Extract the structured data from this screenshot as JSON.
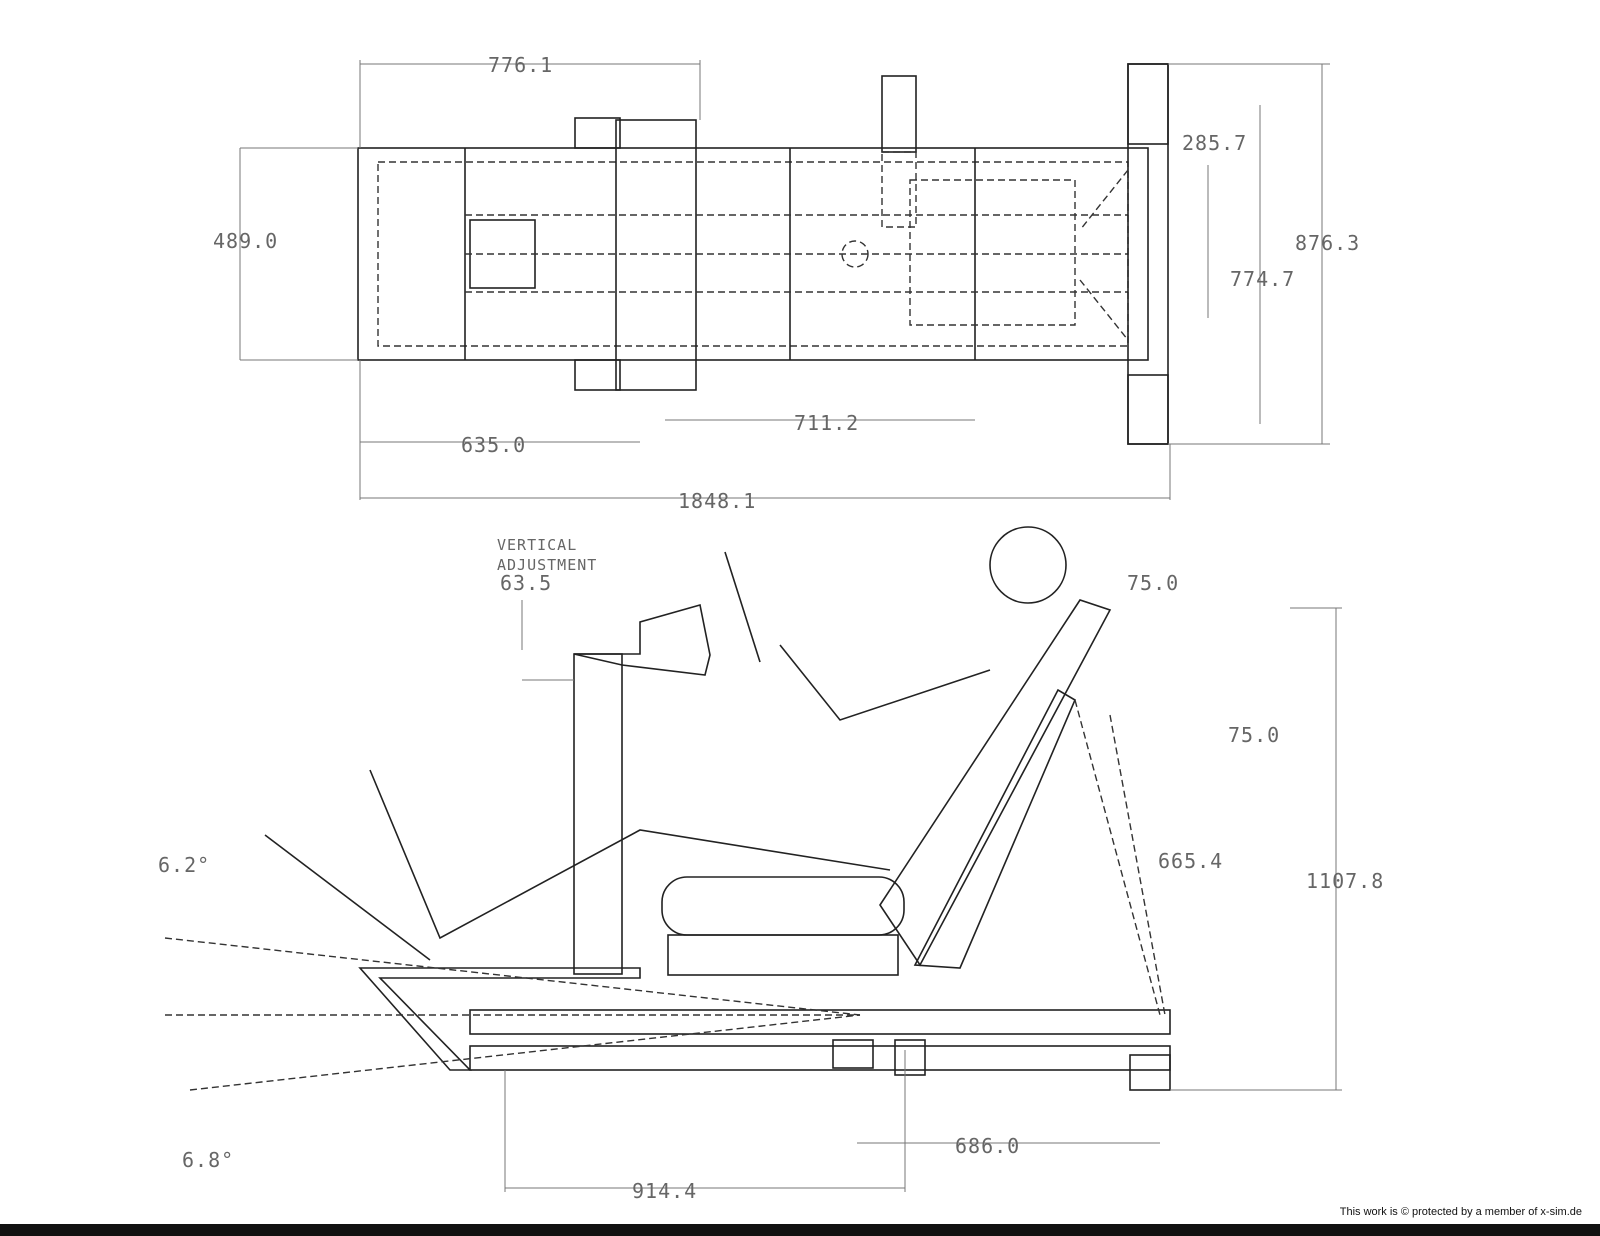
{
  "top_view": {
    "dims": {
      "d776": "776.1",
      "d489": "489.0",
      "d285": "285.7",
      "d876": "876.3",
      "d774": "774.7",
      "d711": "711.2",
      "d635": "635.0",
      "d1848": "1848.1"
    }
  },
  "side_view": {
    "vertical_label_1": "VERTICAL",
    "vertical_label_2": "ADJUSTMENT",
    "dims": {
      "d63": "63.5",
      "d75a": "75.0",
      "d75b": "75.0",
      "d665": "665.4",
      "d1107": "1107.8",
      "a62": "6.2°",
      "a68": "6.8°",
      "d686": "686.0",
      "d914": "914.4"
    }
  },
  "footer": "This work is © protected by a member of x-sim.de"
}
